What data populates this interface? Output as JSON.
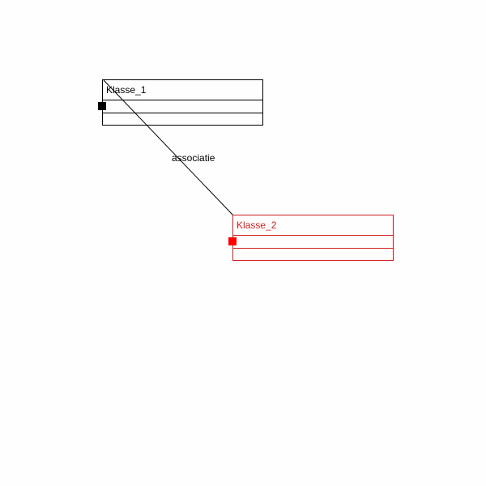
{
  "diagram": {
    "classes": [
      {
        "id": "klasse-1",
        "name": "Klasse_1",
        "selected": false
      },
      {
        "id": "klasse-2",
        "name": "Klasse_2",
        "selected": true
      }
    ],
    "association": {
      "label": "associatie"
    }
  },
  "colors": {
    "default_stroke": "#000000",
    "selected_stroke": "#d01f1f",
    "selected_handle": "#ff0000",
    "background": "#fefefe"
  }
}
